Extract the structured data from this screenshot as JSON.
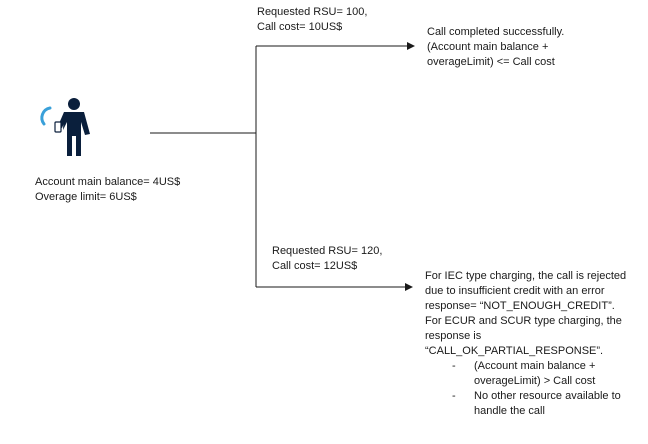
{
  "user": {
    "icon": "person-with-phone-icon",
    "balance_lines": [
      "Account main balance= 4US$",
      "Overage limit= 6US$"
    ]
  },
  "upper_branch": {
    "request_lines": [
      "Requested RSU= 100,",
      "Call cost= 10US$"
    ],
    "result_lines": [
      "Call completed successfully.",
      "(Account main balance +",
      "overageLimit) <= Call cost"
    ]
  },
  "lower_branch": {
    "request_lines": [
      "Requested RSU= 120,",
      "Call cost= 12US$"
    ],
    "result_lines": [
      "For IEC type charging, the call is rejected",
      "due to insufficient credit with an error",
      "response= “NOT_ENOUGH_CREDIT”.",
      "For ECUR and SCUR type charging, the",
      "response is",
      "“CALL_OK_PARTIAL_RESPONSE”."
    ],
    "bullets": [
      [
        "(Account main balance +",
        "overageLimit) > Call cost"
      ],
      [
        "No other resource available to",
        "handle the call"
      ]
    ]
  },
  "colors": {
    "icon_body": "#0a1f3c",
    "icon_wave": "#3aa0d9",
    "line": "#1a1a1a"
  }
}
